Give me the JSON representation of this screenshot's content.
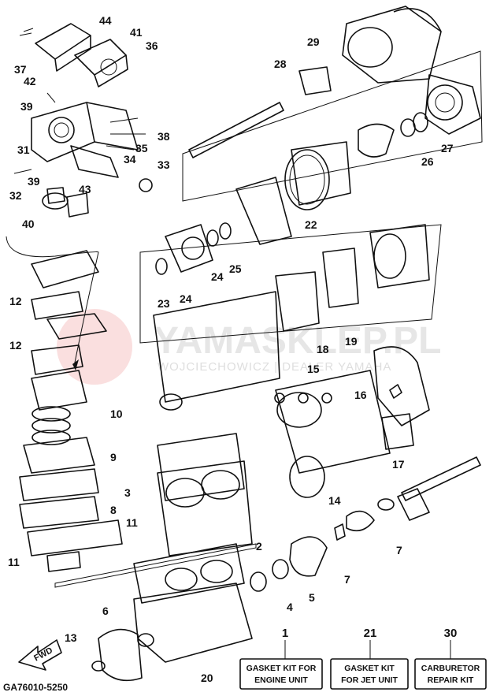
{
  "watermark": {
    "brand": "YAMASKLEP.PL",
    "subtitle": "WOJCIECHOWICZ | DEALER YAMAHA"
  },
  "diagram_code": "GA76010-5250",
  "fwd_label": "FWD",
  "callouts": [
    "44",
    "41",
    "36",
    "37",
    "42",
    "39",
    "38",
    "35",
    "31",
    "34",
    "33",
    "39",
    "32",
    "43",
    "40",
    "29",
    "28",
    "27",
    "26",
    "22",
    "24",
    "25",
    "23",
    "24",
    "12",
    "12",
    "18",
    "19",
    "15",
    "16",
    "10",
    "9",
    "17",
    "3",
    "14",
    "8",
    "11",
    "11",
    "7",
    "2",
    "7",
    "6",
    "5",
    "4",
    "13",
    "20"
  ],
  "kits": [
    {
      "number": "1",
      "line1": "GASKET KIT FOR",
      "line2": "ENGINE UNIT"
    },
    {
      "number": "21",
      "line1": "GASKET KIT",
      "line2": "FOR JET UNIT"
    },
    {
      "number": "30",
      "line1": "CARBURETOR",
      "line2": "REPAIR KIT"
    }
  ]
}
